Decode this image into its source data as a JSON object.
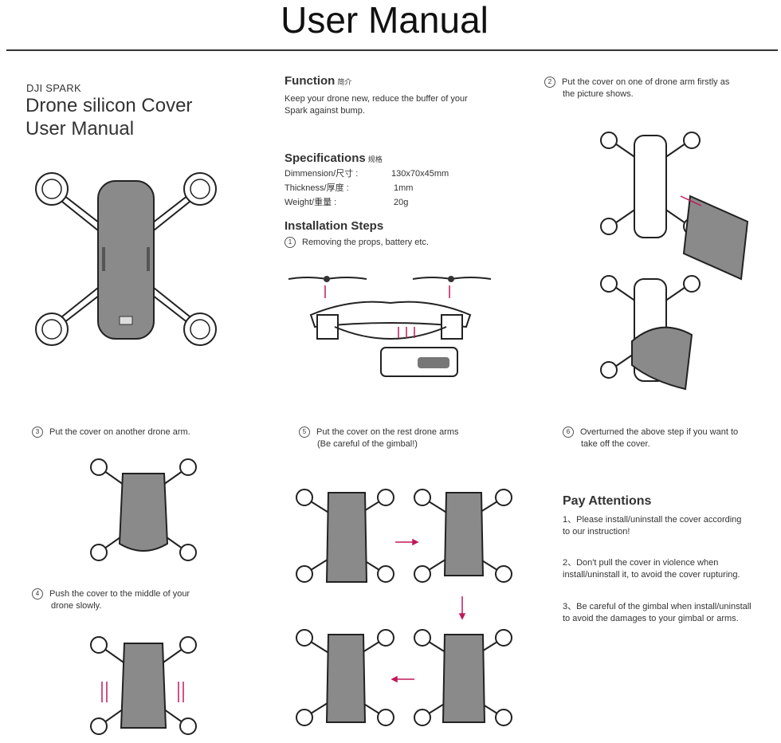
{
  "header": {
    "title": "User Manual"
  },
  "intro": {
    "brand": "DJI SPARK",
    "line1": "Drone silicon Cover",
    "line2": "User Manual"
  },
  "function": {
    "heading": "Function",
    "heading_cn": "简介",
    "line1": "Keep your drone new, reduce the buffer of your",
    "line2": "Spark against bump."
  },
  "specs": {
    "heading": "Specifications",
    "heading_cn": "规格",
    "rows": [
      {
        "label": "Dimmension/尺寸 :",
        "value": "130x70x45mm"
      },
      {
        "label": "Thickness/厚度 :",
        "value": "1mm"
      },
      {
        "label": "Weight/重量 :",
        "value": "20g"
      }
    ]
  },
  "install": {
    "heading": "Installation  Steps",
    "step1": {
      "num": "1",
      "text": "Removing the props, battery etc."
    },
    "step2": {
      "num": "2",
      "line1": "Put the cover on one of drone arm firstly as",
      "line2": "the picture shows."
    },
    "step3": {
      "num": "3",
      "text": "Put the cover on another drone arm."
    },
    "step4": {
      "num": "4",
      "line1": "Push the cover to the middle of your",
      "line2": "drone slowly."
    },
    "step5": {
      "num": "5",
      "line1": "Put the cover on the rest drone arms",
      "line2": "(Be careful of the gimbal!)"
    },
    "step6": {
      "num": "6",
      "line1": "Overturned the above step if you want to",
      "line2": "take off the cover."
    }
  },
  "attentions": {
    "heading": "Pay Attentions",
    "n1": {
      "line1": "1、Please install/uninstall the cover according",
      "line2": "to our instruction!"
    },
    "n2": {
      "line1": "2、Don't pull the cover in violence when",
      "line2": "install/uninstall it, to avoid the cover rupturing."
    },
    "n3": {
      "line1": "3、Be careful of the gimbal when install/uninstall",
      "line2": "to avoid the damages to your gimbal or arms."
    }
  },
  "colors": {
    "accent_arrow": "#c2185b",
    "cover_gray": "#8a8a8a",
    "line": "#222222"
  }
}
